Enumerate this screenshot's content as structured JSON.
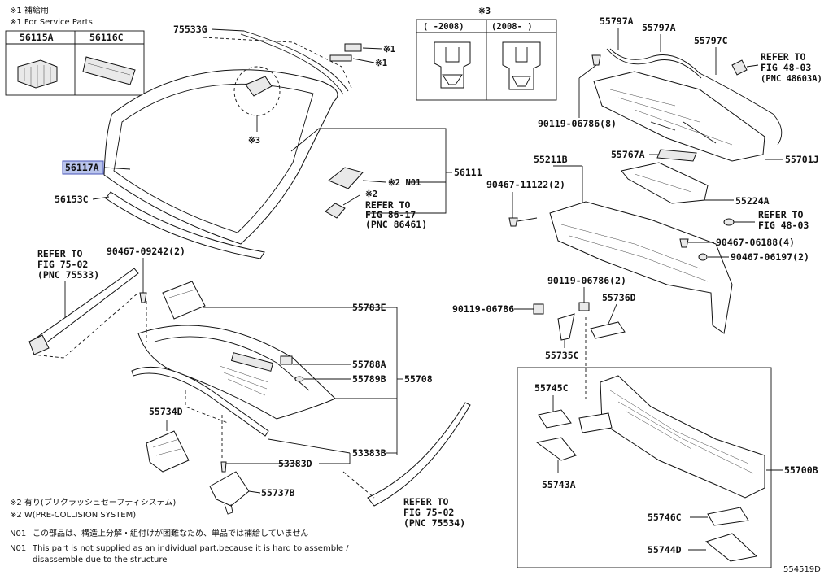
{
  "header_notes": {
    "note1_jp": "※1 補給用",
    "note1_en": "※1 For Service Parts"
  },
  "service_box": {
    "col1": "56115A",
    "col2": "56116C"
  },
  "variant_box": {
    "title": "※3",
    "col1": "(   -2008)",
    "col2": "(2008-   )"
  },
  "labels": {
    "p75533G": "75533G",
    "note1a": "※1",
    "note1b": "※1",
    "note3": "※3",
    "p56117A": "56117A",
    "p56153C": "56153C",
    "p56111": "56111",
    "note2a": "※2 N01",
    "note2b": "※2",
    "ref86_1": "REFER TO",
    "ref86_2": "FIG 86-17",
    "ref86_3": "(PNC 86461)",
    "ref75a_1": "REFER TO",
    "ref75a_2": "FIG 75-02",
    "ref75a_3": "(PNC 75533)",
    "p90467_09242": "90467-09242(2)",
    "p55783E": "55783E",
    "p55788A": "55788A",
    "p55789B": "55789B",
    "p55708": "55708",
    "p55734D": "55734D",
    "p53383B": "53383B",
    "p53383D": "53383D",
    "p55737B": "55737B",
    "ref75b_1": "REFER TO",
    "ref75b_2": "FIG 75-02",
    "ref75b_3": "(PNC 75534)",
    "p55797A_1": "55797A",
    "p55797A_2": "55797A",
    "p55797C": "55797C",
    "ref48a_1": "REFER TO",
    "ref48a_2": "FIG 48-03",
    "ref48a_3": "(PNC 48603A)",
    "p90119_06786_8": "90119-06786(8)",
    "p55767A": "55767A",
    "p55701J": "55701J",
    "p55211B": "55211B",
    "p90467_11122": "90467-11122(2)",
    "p55224A": "55224A",
    "ref48b_1": "REFER TO",
    "ref48b_2": "FIG 48-03",
    "p90467_06188": "90467-06188(4)",
    "p90467_06197": "90467-06197(2)",
    "p90119_06786_2": "90119-06786(2)",
    "p90119_06786": "90119-06786",
    "p55736D": "55736D",
    "p55735C": "55735C",
    "p55745C": "55745C",
    "p55743A": "55743A",
    "p55700B": "55700B",
    "p55746C": "55746C",
    "p55744D": "55744D"
  },
  "footer_notes": {
    "n2_jp": "※2 有り(プリクラッシュセーフティシステム)",
    "n2_en": "※2 W(PRE-COLLISION SYSTEM)",
    "n01_code_1": "N01",
    "n01_jp": "この部品は、構造上分解・組付けが困難なため、単品では補給していません",
    "n01_code_2": "N01",
    "n01_en_1": "This part is not supplied as an individual part,because it is hard to assemble /",
    "n01_en_2": "disassemble due to the structure"
  },
  "figure_id": "554519D",
  "colors": {
    "highlight": "#b9c4ec",
    "highlight_border": "#4a56b8"
  }
}
